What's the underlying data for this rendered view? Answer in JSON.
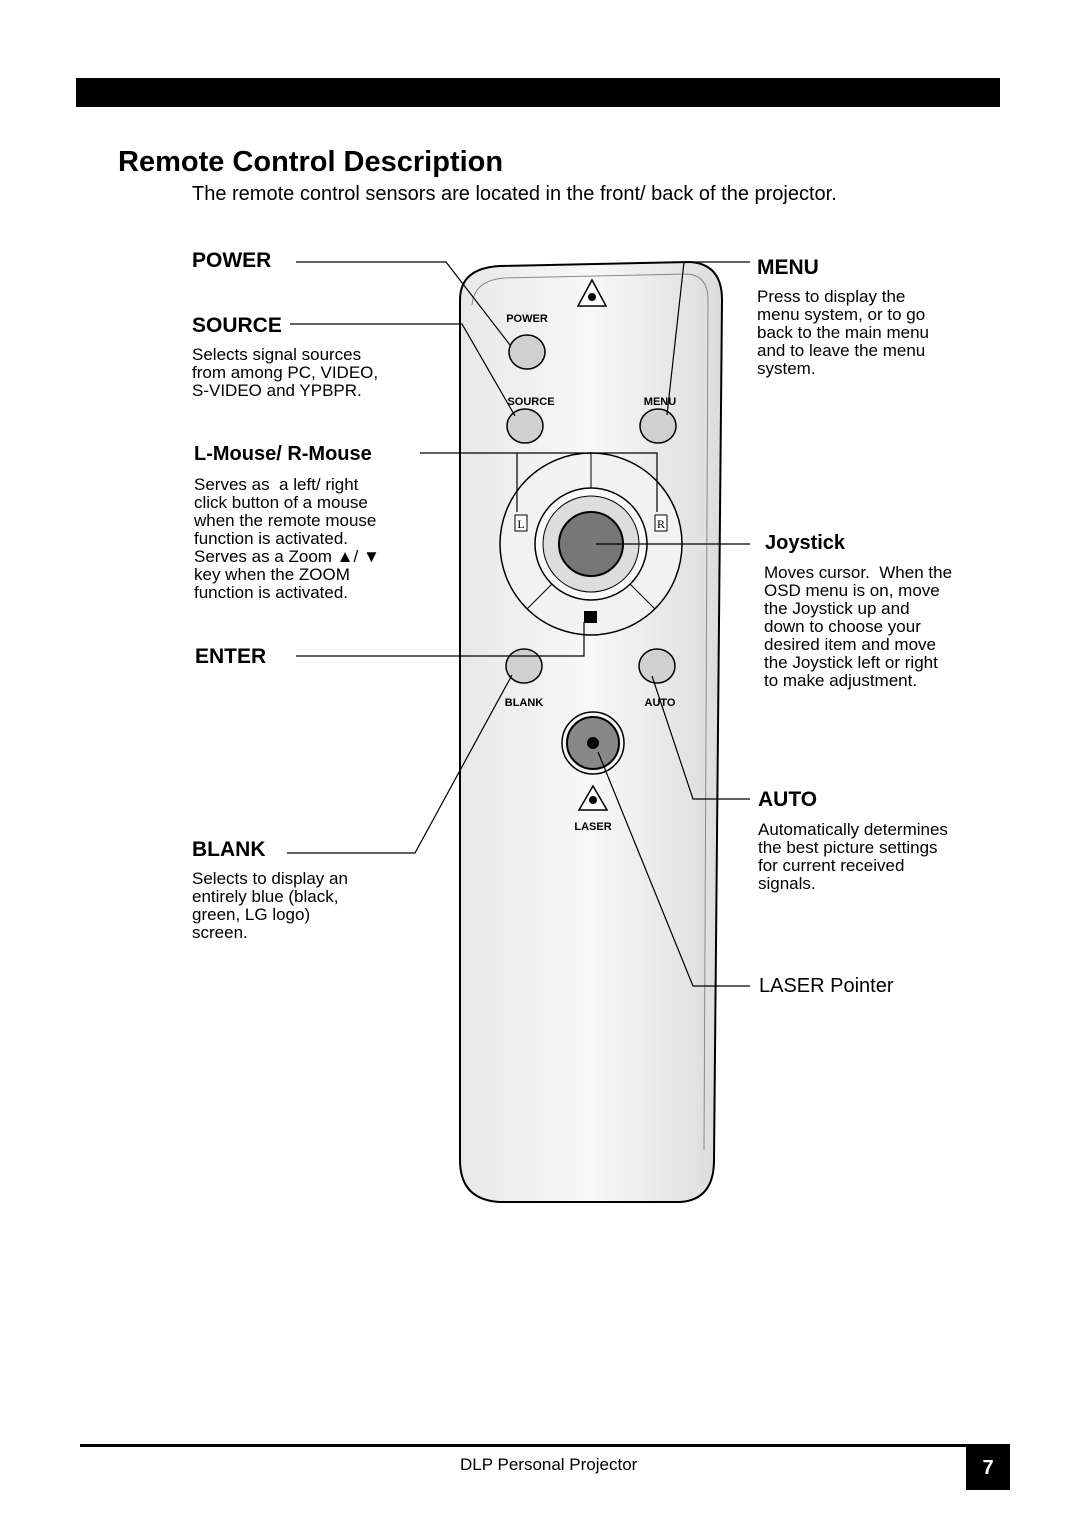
{
  "header": {
    "title": "Remote Control Description",
    "intro": "The remote control sensors are located in the front/ back of the projector."
  },
  "labels": {
    "power": "POWER",
    "source": "SOURCE",
    "source_desc": "Selects signal sources\nfrom among PC, VIDEO,\nS-VIDEO and YPBPR.",
    "mouse": "L-Mouse/ R-Mouse",
    "mouse_desc": "Serves as  a left/ right\nclick button of a mouse\nwhen the remote mouse\nfunction is activated.\nServes as a Zoom ▲/ ▼\nkey when the ZOOM\nfunction is activated.",
    "enter": "ENTER",
    "blank": "BLANK",
    "blank_desc": "Selects to display an\nentirely blue (black,\ngreen, LG logo)\nscreen.",
    "menu": "MENU",
    "menu_desc": "Press to display the\nmenu system, or to go\nback to the main menu\nand to leave the menu\nsystem.",
    "joystick": "Joystick",
    "joystick_desc": "Moves cursor.  When the\nOSD menu is on, move\nthe Joystick up and\ndown to choose your\ndesired item and move\nthe Joystick left or right\nto make adjustment.",
    "auto": "AUTO",
    "auto_desc": "Automatically determines\nthe best picture settings\nfor current received\nsignals.",
    "laser": "LASER Pointer"
  },
  "remote": {
    "btn_power": "POWER",
    "btn_source": "SOURCE",
    "btn_menu": "MENU",
    "btn_blank": "BLANK",
    "btn_auto": "AUTO",
    "btn_laser": "LASER",
    "mouse_left": "L",
    "mouse_right": "R"
  },
  "footer": {
    "text": "DLP Personal Projector",
    "page": "7"
  }
}
